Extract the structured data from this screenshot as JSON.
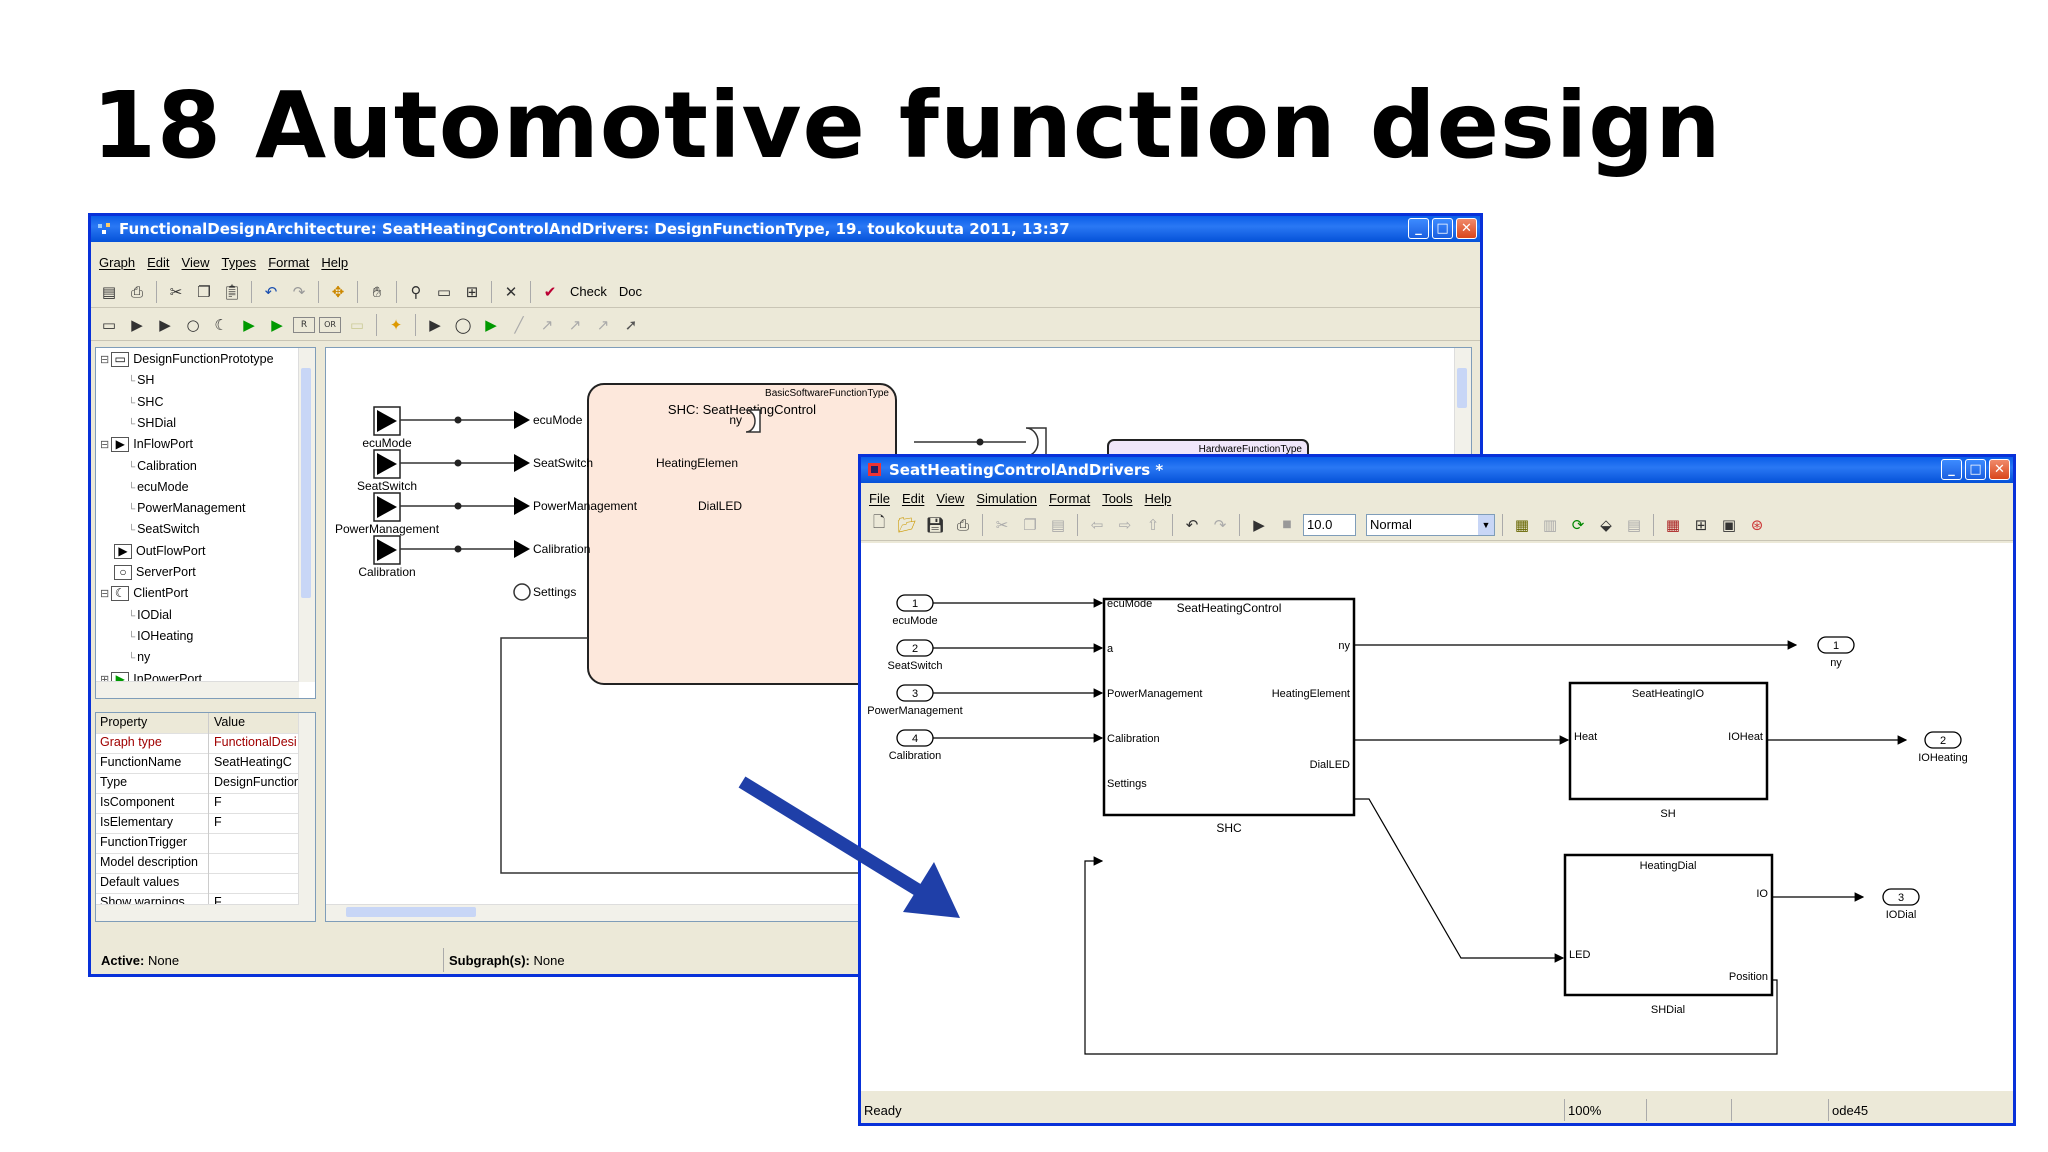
{
  "slide": {
    "title": "18 Automotive function design"
  },
  "win1": {
    "title": "FunctionalDesignArchitecture: SeatHeatingControlAndDrivers: DesignFunctionType, 19. toukokuuta 2011, 13:37",
    "menu": [
      "Graph",
      "Edit",
      "View",
      "Types",
      "Format",
      "Help"
    ],
    "toolbar": {
      "check_label": "Check",
      "doc_label": "Doc"
    },
    "toolbar2": {
      "r_label": "R",
      "or_label": "OR"
    },
    "tree": [
      {
        "label": "DesignFunctionPrototype",
        "indent": 0,
        "expander": "⊟",
        "icon": "table-icon"
      },
      {
        "label": "SH",
        "indent": 1
      },
      {
        "label": "SHC",
        "indent": 1
      },
      {
        "label": "SHDial",
        "indent": 1
      },
      {
        "label": "InFlowPort",
        "indent": 0,
        "expander": "⊟",
        "icon": "inflow-port-icon"
      },
      {
        "label": "Calibration",
        "indent": 1
      },
      {
        "label": "ecuMode",
        "indent": 1
      },
      {
        "label": "PowerManagement",
        "indent": 1
      },
      {
        "label": "SeatSwitch",
        "indent": 1
      },
      {
        "label": "OutFlowPort",
        "indent": 0,
        "icon": "outflow-port-icon"
      },
      {
        "label": "ServerPort",
        "indent": 0,
        "icon": "server-port-icon"
      },
      {
        "label": "ClientPort",
        "indent": 0,
        "expander": "⊟",
        "icon": "client-port-icon"
      },
      {
        "label": "IODial",
        "indent": 1
      },
      {
        "label": "IOHeating",
        "indent": 1
      },
      {
        "label": "ny",
        "indent": 1
      },
      {
        "label": "InPowerPort",
        "indent": 0,
        "expander": "⊞",
        "icon": "power-port-icon"
      }
    ],
    "props": {
      "header": [
        "Property",
        "Value"
      ],
      "rows": [
        {
          "key": "Graph type",
          "value": "FunctionalDesi",
          "color": "#a00000"
        },
        {
          "key": "FunctionName",
          "value": "SeatHeatingC"
        },
        {
          "key": "Type",
          "value": "DesignFunction"
        },
        {
          "key": "IsComponent",
          "value": "F"
        },
        {
          "key": "IsElementary",
          "value": "F"
        },
        {
          "key": "FunctionTrigger",
          "value": ""
        },
        {
          "key": "Model description",
          "value": ""
        },
        {
          "key": "Default values",
          "value": ""
        },
        {
          "key": "Show warnings",
          "value": "F"
        }
      ]
    },
    "diagram": {
      "block_stereotype": "BasicSoftwareFunctionType",
      "block_name": "SHC: SeatHeatingControl",
      "hw_stereotype": "HardwareFunctionType",
      "inputs": [
        "ecuMode",
        "SeatSwitch",
        "PowerManagement",
        "Calibration"
      ],
      "ports_in": [
        "ecuMode",
        "SeatSwitch",
        "PowerManagement",
        "Calibration",
        "Settings"
      ],
      "ports_out": [
        "ny",
        "HeatingElemen",
        "DialLED"
      ]
    },
    "status": {
      "active_label": "Active:",
      "active_value": "None",
      "sub_label": "Subgraph(s):",
      "sub_value": "None"
    }
  },
  "win2": {
    "title": "SeatHeatingControlAndDrivers *",
    "menu": [
      "File",
      "Edit",
      "View",
      "Simulation",
      "Format",
      "Tools",
      "Help"
    ],
    "toolbar": {
      "stop_time": "10.0",
      "mode": "Normal"
    },
    "model": {
      "inports": [
        {
          "num": "1",
          "name": "ecuMode"
        },
        {
          "num": "2",
          "name": "SeatSwitch"
        },
        {
          "num": "3",
          "name": "PowerManagement"
        },
        {
          "num": "4",
          "name": "Calibration"
        }
      ],
      "shc": {
        "title": "SeatHeatingControl",
        "name": "SHC",
        "in": [
          "ecuMode",
          "a",
          "PowerManagement",
          "Calibration",
          "Settings"
        ],
        "out": [
          "ny",
          "HeatingElement",
          "DialLED"
        ]
      },
      "sh": {
        "title": "SeatHeatingIO",
        "name": "SH",
        "in": "Heat",
        "out": "IOHeat"
      },
      "shdial": {
        "title": "HeatingDial",
        "name": "SHDial",
        "in": "LED",
        "out": [
          "IO",
          "Position"
        ]
      },
      "outports": [
        {
          "num": "1",
          "name": "ny"
        },
        {
          "num": "2",
          "name": "IOHeating"
        },
        {
          "num": "3",
          "name": "IODial"
        }
      ]
    },
    "status": {
      "ready": "Ready",
      "zoom": "100%",
      "solver": "ode45"
    }
  },
  "colors": {
    "arrow": "#1f3fa8",
    "xp_blue": "#0831d9",
    "block_fill": "#fde8dc"
  }
}
